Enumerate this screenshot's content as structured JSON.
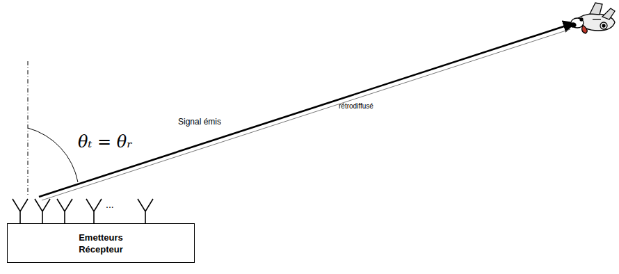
{
  "diagram": {
    "nodes": [
      {
        "text": [
          "Emetteurs Récepteur"
        ]
      }
    ],
    "labels": [
      "θₜ = θᵣ",
      "Signal émis",
      "rétrodiffusé",
      "..."
    ]
  }
}
